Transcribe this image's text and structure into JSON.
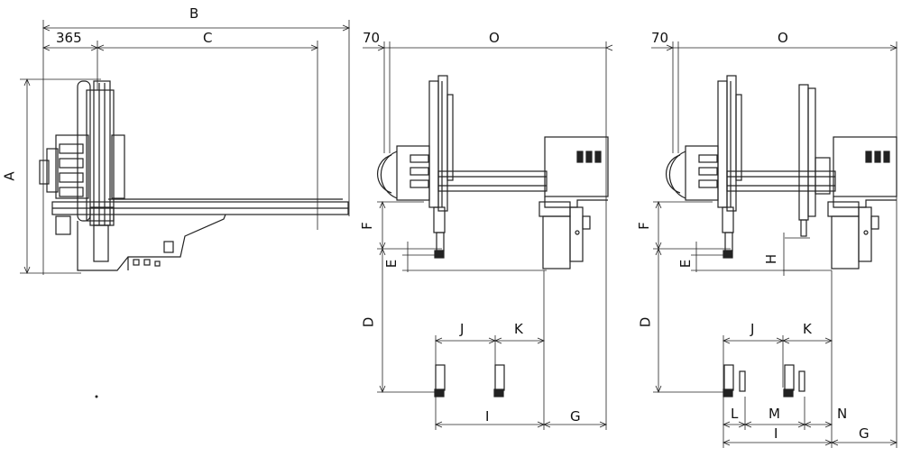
{
  "views": {
    "top_view": {
      "dimensions": {
        "overall": "B",
        "offset": "365",
        "stroke": "C",
        "height": "A"
      }
    },
    "side_view_1": {
      "dimensions": {
        "offset": "70",
        "width": "O",
        "f": "F",
        "e": "E",
        "d": "D",
        "j": "J",
        "k": "K",
        "i": "I",
        "g": "G"
      }
    },
    "side_view_2": {
      "dimensions": {
        "offset": "70",
        "width": "O",
        "f": "F",
        "e": "E",
        "h": "H",
        "d": "D",
        "j": "J",
        "k": "K",
        "l": "L",
        "m": "M",
        "n": "N",
        "i": "I",
        "g": "G"
      }
    }
  },
  "colors": {
    "line": "#222222",
    "background": "#ffffff"
  }
}
